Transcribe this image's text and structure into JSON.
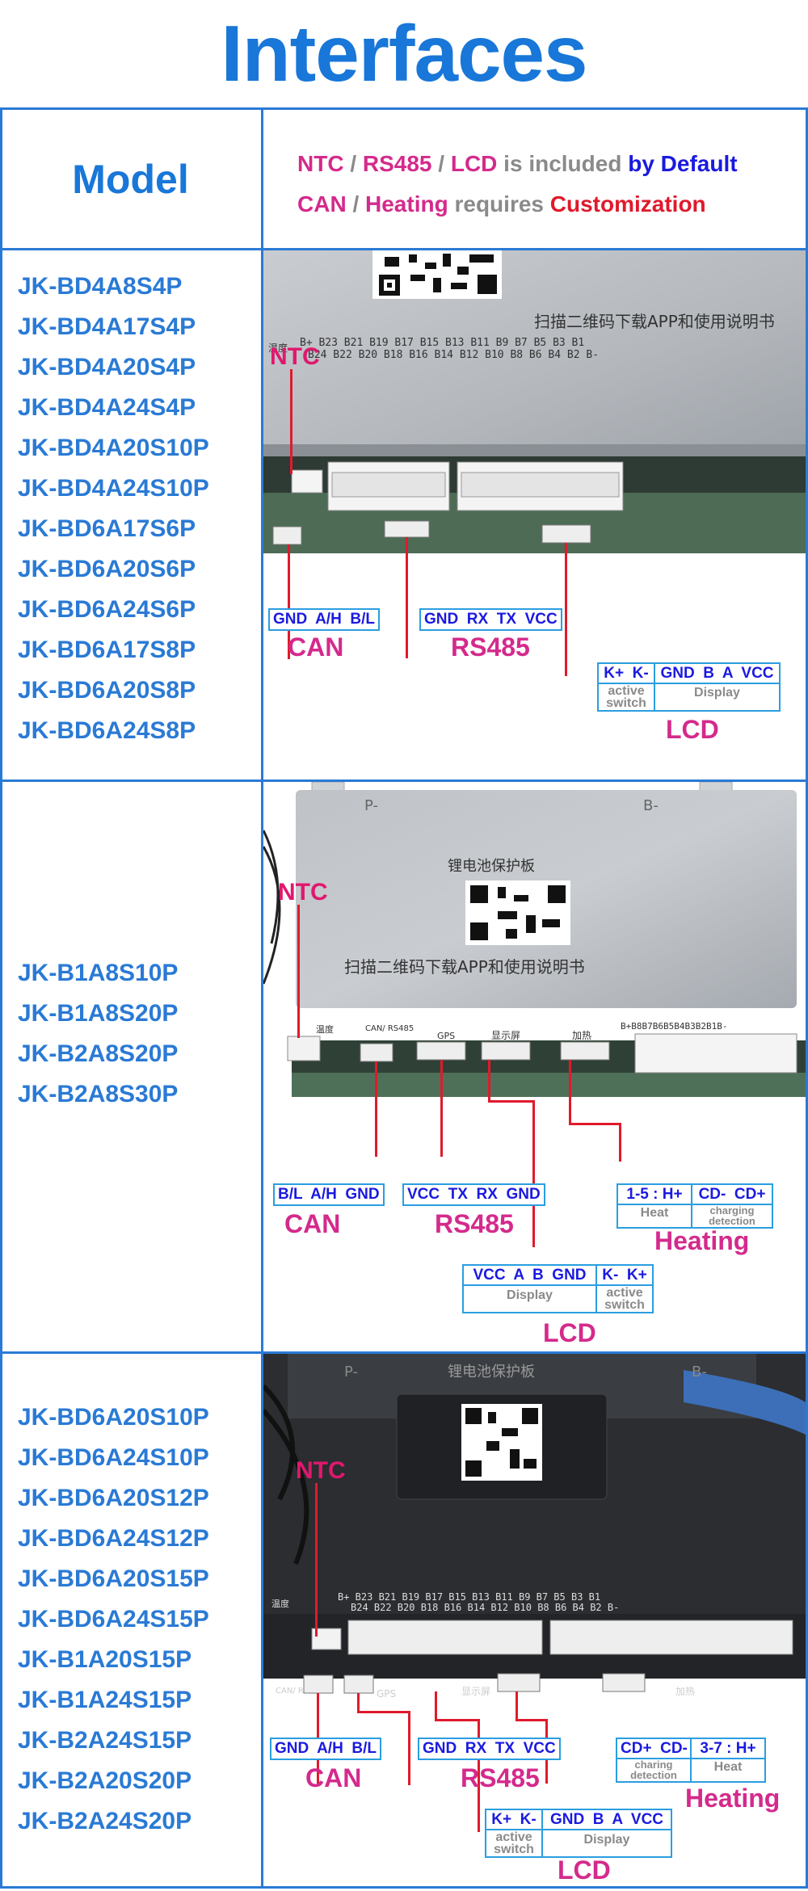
{
  "title": "Interfaces",
  "header": {
    "model_label": "Model",
    "legend_line1": {
      "a": "NTC",
      "sep1": " / ",
      "b": "RS485",
      "sep2": " / ",
      "c": "LCD",
      "d": " is included ",
      "e": "by Default"
    },
    "legend_line2": {
      "a": "CAN",
      "sep1": " / ",
      "b": "Heating",
      "c": " requires ",
      "d": "Customization"
    }
  },
  "rows": [
    {
      "models": [
        "JK-BD4A8S4P",
        "JK-BD4A17S4P",
        "JK-BD4A20S4P",
        "JK-BD4A24S4P",
        "JK-BD4A20S10P",
        "JK-BD4A24S10P",
        "JK-BD6A17S6P",
        "JK-BD6A20S6P",
        "JK-BD6A24S6P",
        "JK-BD6A17S8P",
        "JK-BD6A20S8P",
        "JK-BD6A24S8P"
      ],
      "board_text": "扫描二维码下载APP和使用说明书",
      "board_pins1": "B+ B23 B21 B19 B17 B15 B13 B11 B9 B7 B5 B3 B1",
      "board_pins2": "B24 B22 B20 B18 B16 B14 B12 B10 B8 B6 B4 B2 B-",
      "temp_label": "温度",
      "ntc": "NTC",
      "can_pins": "GND  A/H  B/L",
      "can": "CAN",
      "rs485_pins": "GND  RX  TX  VCC",
      "rs485": "RS485",
      "lcd_k": "K+  K-",
      "lcd_k_sub1": "active",
      "lcd_k_sub2": "switch",
      "lcd_pins": "GND  B  A  VCC",
      "lcd_sub": "Display",
      "lcd": "LCD"
    },
    {
      "models": [
        "JK-B1A8S10P",
        "JK-B1A8S20P",
        "JK-B2A8S20P",
        "JK-B2A8S30P"
      ],
      "board_title": "锂电池保护板",
      "board_text": "扫描二维码下载APP和使用说明书",
      "temp_label": "温度",
      "p_minus": "P-",
      "b_minus": "B-",
      "port_can": "CAN/ RS485",
      "port_gps": "GPS",
      "port_display": "显示屏",
      "port_heat": "加热",
      "pins_right": "B+B8B7B6B5B4B3B2B1B-",
      "ntc": "NTC",
      "can_pins": "B/L  A/H  GND",
      "can": "CAN",
      "rs485_pins": "VCC  TX  RX  GND",
      "rs485": "RS485",
      "heat_pins": "1-5 : H+",
      "heat_sub": "Heat",
      "charge_pins": "CD-  CD+",
      "charge_sub1": "charging",
      "charge_sub2": "detection",
      "heating": "Heating",
      "lcd_pins": "VCC  A  B  GND",
      "lcd_sub": "Display",
      "lcd_k": "K-  K+",
      "lcd_k_sub1": "active",
      "lcd_k_sub2": "switch",
      "lcd": "LCD"
    },
    {
      "models": [
        "JK-BD6A20S10P",
        "JK-BD6A24S10P",
        "JK-BD6A20S12P",
        "JK-BD6A24S12P",
        "JK-BD6A20S15P",
        "JK-BD6A24S15P",
        "JK-B1A20S15P",
        "JK-B1A24S15P",
        "JK-B2A24S15P",
        "JK-B2A20S20P",
        "JK-B2A24S20P"
      ],
      "board_title": "锂电池保护板",
      "p_minus": "P-",
      "b_minus": "B-",
      "temp_label": "温度",
      "board_pins1": "B+ B23 B21 B19 B17 B15 B13 B11 B9 B7 B5 B3 B1",
      "board_pins2": "B24 B22 B20 B18 B16 B14 B12 B10 B8 B6 B4 B2 B-",
      "port_can": "CAN/ RS485",
      "port_gps": "GPS",
      "port_display": "显示屏",
      "port_heat": "加热",
      "ntc": "NTC",
      "can_pins": "GND  A/H  B/L",
      "can": "CAN",
      "rs485_pins": "GND  RX  TX  VCC",
      "rs485": "RS485",
      "charge_pins": "CD+  CD-",
      "charge_sub1": "charing",
      "charge_sub2": "detection",
      "heat_pins": "3-7 : H+",
      "heat_sub": "Heat",
      "heating": "Heating",
      "lcd_k": "K+  K-",
      "lcd_k_sub1": "active",
      "lcd_k_sub2": "switch",
      "lcd_pins": "GND  B  A  VCC",
      "lcd_sub": "Display",
      "lcd": "LCD"
    }
  ]
}
